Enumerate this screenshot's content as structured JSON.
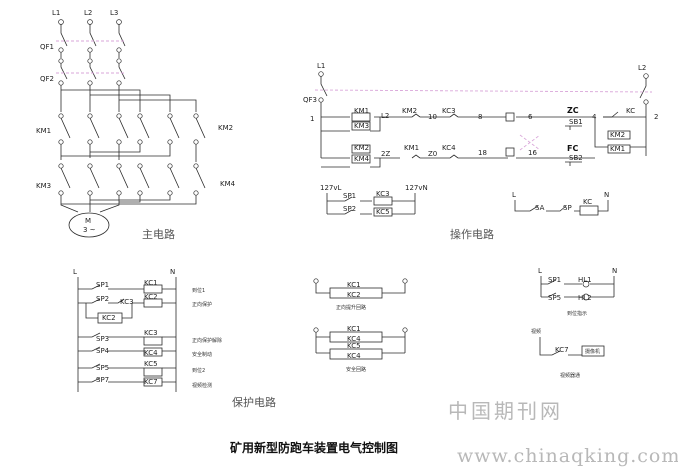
{
  "main_circuit": {
    "title": "主电路",
    "phases": [
      "L1",
      "L2",
      "L3"
    ],
    "breakers": [
      "QF1",
      "QF2"
    ],
    "contactors": [
      "KM1",
      "KM2",
      "KM3",
      "KM4"
    ],
    "motor": [
      "M",
      "3 ~"
    ]
  },
  "operation_circuit": {
    "title": "操作电路",
    "phases": [
      "L1",
      "L2"
    ],
    "breaker": "QF3",
    "nodes": [
      "1",
      "2",
      "4",
      "6",
      "8",
      "10",
      "18",
      "16"
    ],
    "row1": [
      "KM1",
      "KM3",
      "L2",
      "KM2",
      "KC3",
      "ZC",
      "SB1",
      "KC"
    ],
    "row2": [
      "KM2",
      "KM4",
      "2Z",
      "KM1",
      "Z0",
      "KC4",
      "FC",
      "SB2",
      "KM2",
      "KM1"
    ],
    "aux_labels": [
      "127vL",
      "127vN",
      "SP1",
      "SP2",
      "KC3",
      "KC5"
    ],
    "sa_line": [
      "L",
      "N",
      "SA",
      "SP",
      "KC"
    ]
  },
  "protection_circuit": {
    "title": "保护电路",
    "phases": [
      "L",
      "N"
    ],
    "rows": [
      {
        "sw": "SP1",
        "coil": "KC1",
        "note": "到位1"
      },
      {
        "sw": "SP2",
        "coil": "KC2",
        "note": "正向保护"
      },
      {
        "sw": "KC3",
        "coil": "",
        "note": ""
      },
      {
        "sw": "KC2",
        "coil": "",
        "note": ""
      },
      {
        "sw": "SP3",
        "coil": "KC3",
        "note": "正向保护解除"
      },
      {
        "sw": "SP4",
        "coil": "KC4",
        "note": "安全制动"
      },
      {
        "sw": "SP5",
        "coil": "KC5",
        "note": "到位2"
      },
      {
        "sw": "SP7",
        "coil": "KC7",
        "note": "视频检测"
      }
    ]
  },
  "mid_circuit": {
    "coils": [
      "KC1",
      "KC2",
      "KC1",
      "KC4",
      "KC5",
      "KC4"
    ],
    "notes": [
      "正向提升回路",
      "安全回路"
    ]
  },
  "lamp_circuit": {
    "phases": [
      "L",
      "N"
    ],
    "rows": [
      {
        "sw": "SP1",
        "lamp": "HL1"
      },
      {
        "sw": "SP5",
        "lamp": "HL2"
      }
    ],
    "lamp_note": "到位指示",
    "video_labels": [
      "视频",
      "KC7",
      "摄像机",
      "视频器通"
    ]
  },
  "caption": "矿用新型防跑车装置电气控制图",
  "watermark": {
    "cn": "中国期刊网",
    "url": "www.chinaqking.com"
  }
}
